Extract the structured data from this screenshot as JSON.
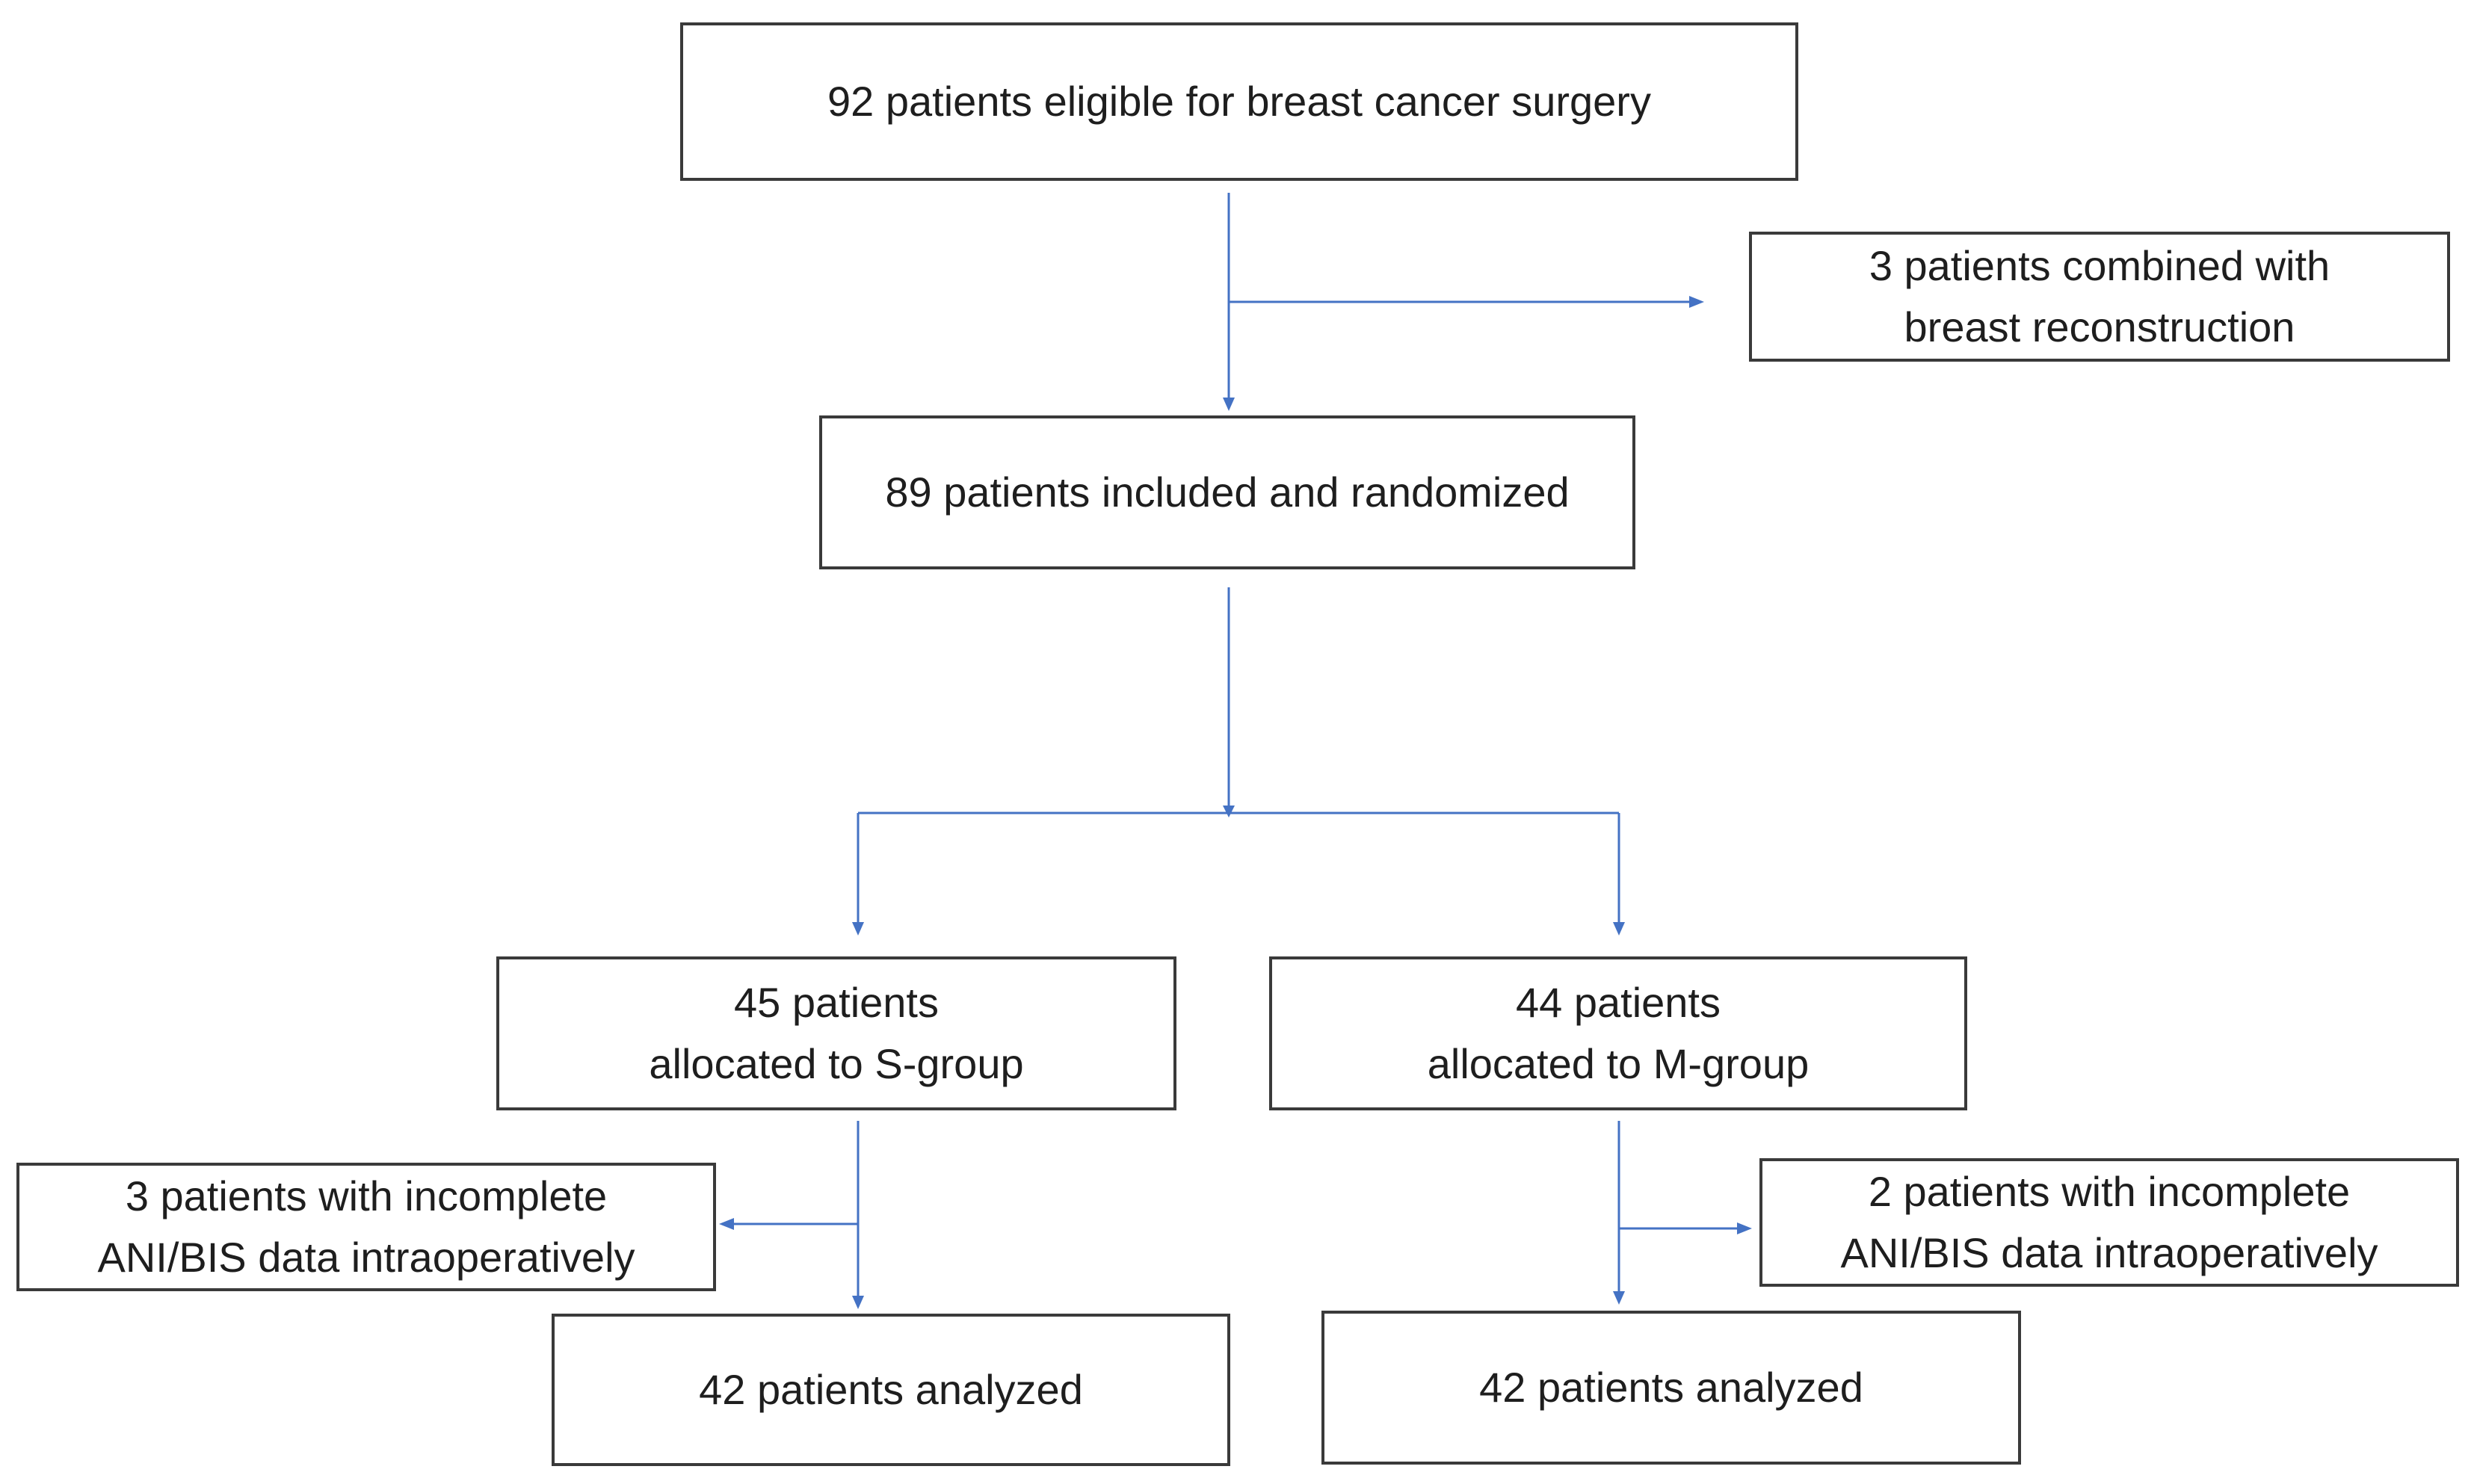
{
  "diagram": {
    "type": "flowchart",
    "line_color": "#4472c4",
    "box_border_color": "#3a3a3a",
    "text_color": "#1e1e1e",
    "nodes": {
      "eligible": {
        "lines": [
          "92 patients eligible for breast cancer surgery"
        ]
      },
      "excluded_reconstruction": {
        "lines": [
          "3 patients combined with",
          "breast reconstruction"
        ]
      },
      "randomized": {
        "lines": [
          "89 patients included and randomized"
        ]
      },
      "s_group": {
        "lines": [
          "45 patients",
          "allocated to S-group"
        ]
      },
      "m_group": {
        "lines": [
          "44 patients",
          "allocated to M-group"
        ]
      },
      "s_incomplete": {
        "lines": [
          "3 patients with incomplete",
          "ANI/BIS data intraoperatively"
        ]
      },
      "m_incomplete": {
        "lines": [
          "2 patients with incomplete",
          "ANI/BIS data intraoperatively"
        ]
      },
      "s_analyzed": {
        "lines": [
          "42 patients analyzed"
        ]
      },
      "m_analyzed": {
        "lines": [
          "42 patients analyzed"
        ]
      }
    },
    "edges": [
      {
        "from": "eligible",
        "to": "randomized"
      },
      {
        "from": "eligible",
        "to": "excluded_reconstruction"
      },
      {
        "from": "randomized",
        "to": "s_group"
      },
      {
        "from": "randomized",
        "to": "m_group"
      },
      {
        "from": "s_group",
        "to": "s_analyzed"
      },
      {
        "from": "s_group",
        "to": "s_incomplete"
      },
      {
        "from": "m_group",
        "to": "m_analyzed"
      },
      {
        "from": "m_group",
        "to": "m_incomplete"
      }
    ]
  }
}
